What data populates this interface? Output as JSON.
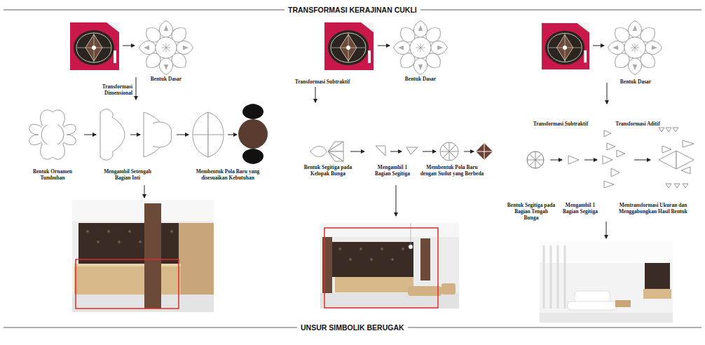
{
  "diagram": {
    "title": "TRANSFORMASI KERAJINAN CUKLI",
    "labels": [
      "Bentuk Dasar",
      "Transformasi Dimensional",
      "Bentuk Ornamen Tumbuhan",
      "Mengambil Setengah Bagian Inti",
      "Membentuk Pola Baru yang disesuaikan Kebutuhan",
      "Bentuk Dasar",
      "Transformasi Subtraktif",
      "Bentuk Segitiga pada Kelopak Bunga",
      "Mengambil 1 Bagian Segitiga",
      "Membentuk Pola Baru dengan Sudut yang Berbeda",
      "Bentuk Dasar",
      "Transformasi Subtraktif",
      "Transformasi Aditif",
      "Bentuk Segitiga pada Bagian Tengah Bunga",
      "Mengambil 1 Bagian Segitiga",
      "Mentransformasi Ukuran dan Menggabungkan Hasil Bentuk",
      "UNSUR SIMBOLIK BERUGAK"
    ]
  }
}
